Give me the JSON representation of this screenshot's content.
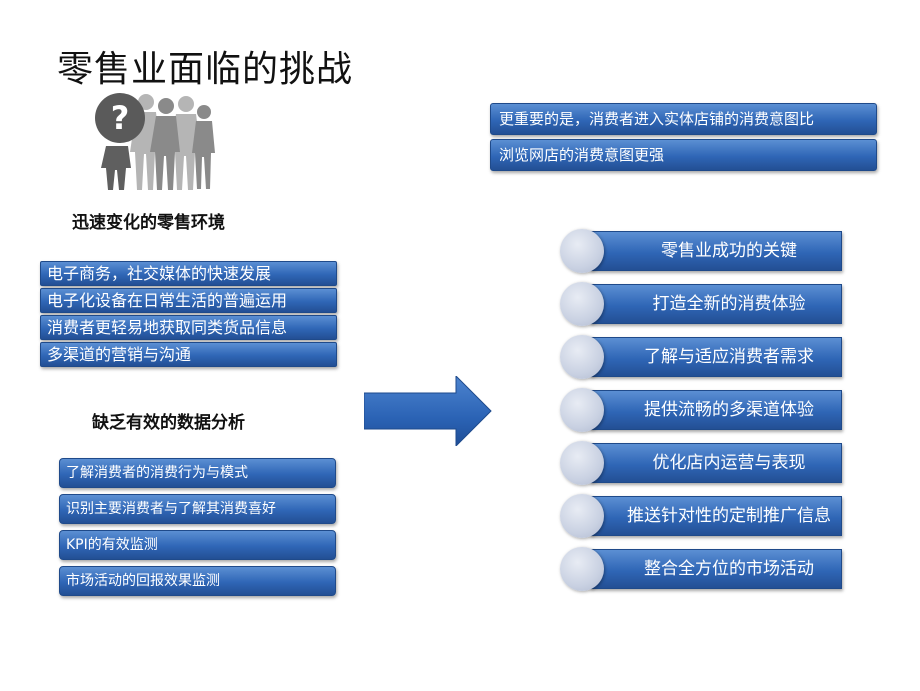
{
  "title": "零售业面临的挑战",
  "left": {
    "section1_heading": "迅速变化的零售环境",
    "section1_items": [
      "电子商务，社交媒体的快速发展",
      "电子化设备在日常生活的普遍运用",
      "消费者更轻易地获取同类货品信息",
      "多渠道的营销与沟通"
    ],
    "section2_heading": "缺乏有效的数据分析",
    "section2_items": [
      "了解消费者的消费行为与模式",
      "识别主要消费者与了解其消费喜好",
      "KPI的有效监测",
      "市场活动的回报效果监测"
    ]
  },
  "right": {
    "top_lines": [
      "更重要的是，消费者进入实体店铺的消费意图比",
      "浏览网店的消费意图更强"
    ],
    "items": [
      "零售业成功的关键",
      "打造全新的消费体验",
      "了解与适应消费者需求",
      "提供流畅的多渠道体验",
      "优化店内运营与表现",
      "推送针对性的定制推广信息",
      "整合全方位的市场活动"
    ]
  },
  "colors": {
    "bar_blue": "#2f66b6",
    "circle_grey": "#c9d1e2",
    "arrow_blue": "#2b63b5",
    "icon_grey": "#666666"
  },
  "icons": [
    "question-people-icon",
    "right-arrow-icon"
  ]
}
